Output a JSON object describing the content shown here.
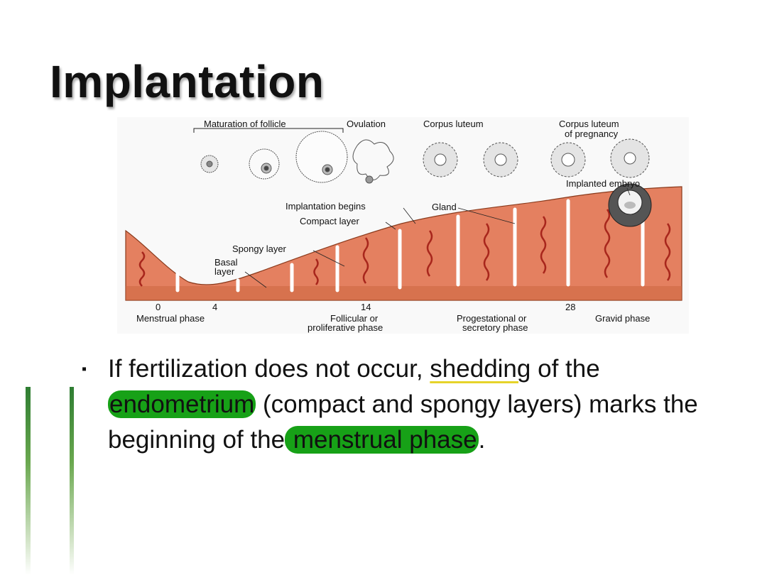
{
  "slide": {
    "title": "Implantation",
    "accent_color": "#2e7d32",
    "highlight_color": "#17a117",
    "underline_color": "#e6d32a"
  },
  "diagram": {
    "top_labels": {
      "maturation": "Maturation of follicle",
      "ovulation": "Ovulation",
      "corpus_luteum": "Corpus luteum",
      "corpus_luteum_preg_1": "Corpus luteum",
      "corpus_luteum_preg_2": "of pregnancy"
    },
    "layer_labels": {
      "implanted_embryo": "Implanted embryo",
      "implantation_begins": "Implantation begins",
      "gland": "Gland",
      "compact_layer": "Compact layer",
      "spongy_layer": "Spongy layer",
      "basal_1": "Basal",
      "basal_2": "layer"
    },
    "day_labels": [
      "0",
      "4",
      "14",
      "28"
    ],
    "phase_labels": {
      "menstrual": "Menstrual phase",
      "follicular_1": "Follicular or",
      "follicular_2": "proliferative phase",
      "progestational_1": "Progestational or",
      "progestational_2": "secretory phase",
      "gravid": "Gravid phase"
    }
  },
  "body": {
    "bullet": "▪",
    "t1": "If fertilization does not occur, ",
    "t2": "shedding",
    "t3": " of the ",
    "t4": "endometrium",
    "t5": " (compact and spongy layers) marks the beginning of the",
    "t6": " menstrual phase",
    "t7": "."
  }
}
